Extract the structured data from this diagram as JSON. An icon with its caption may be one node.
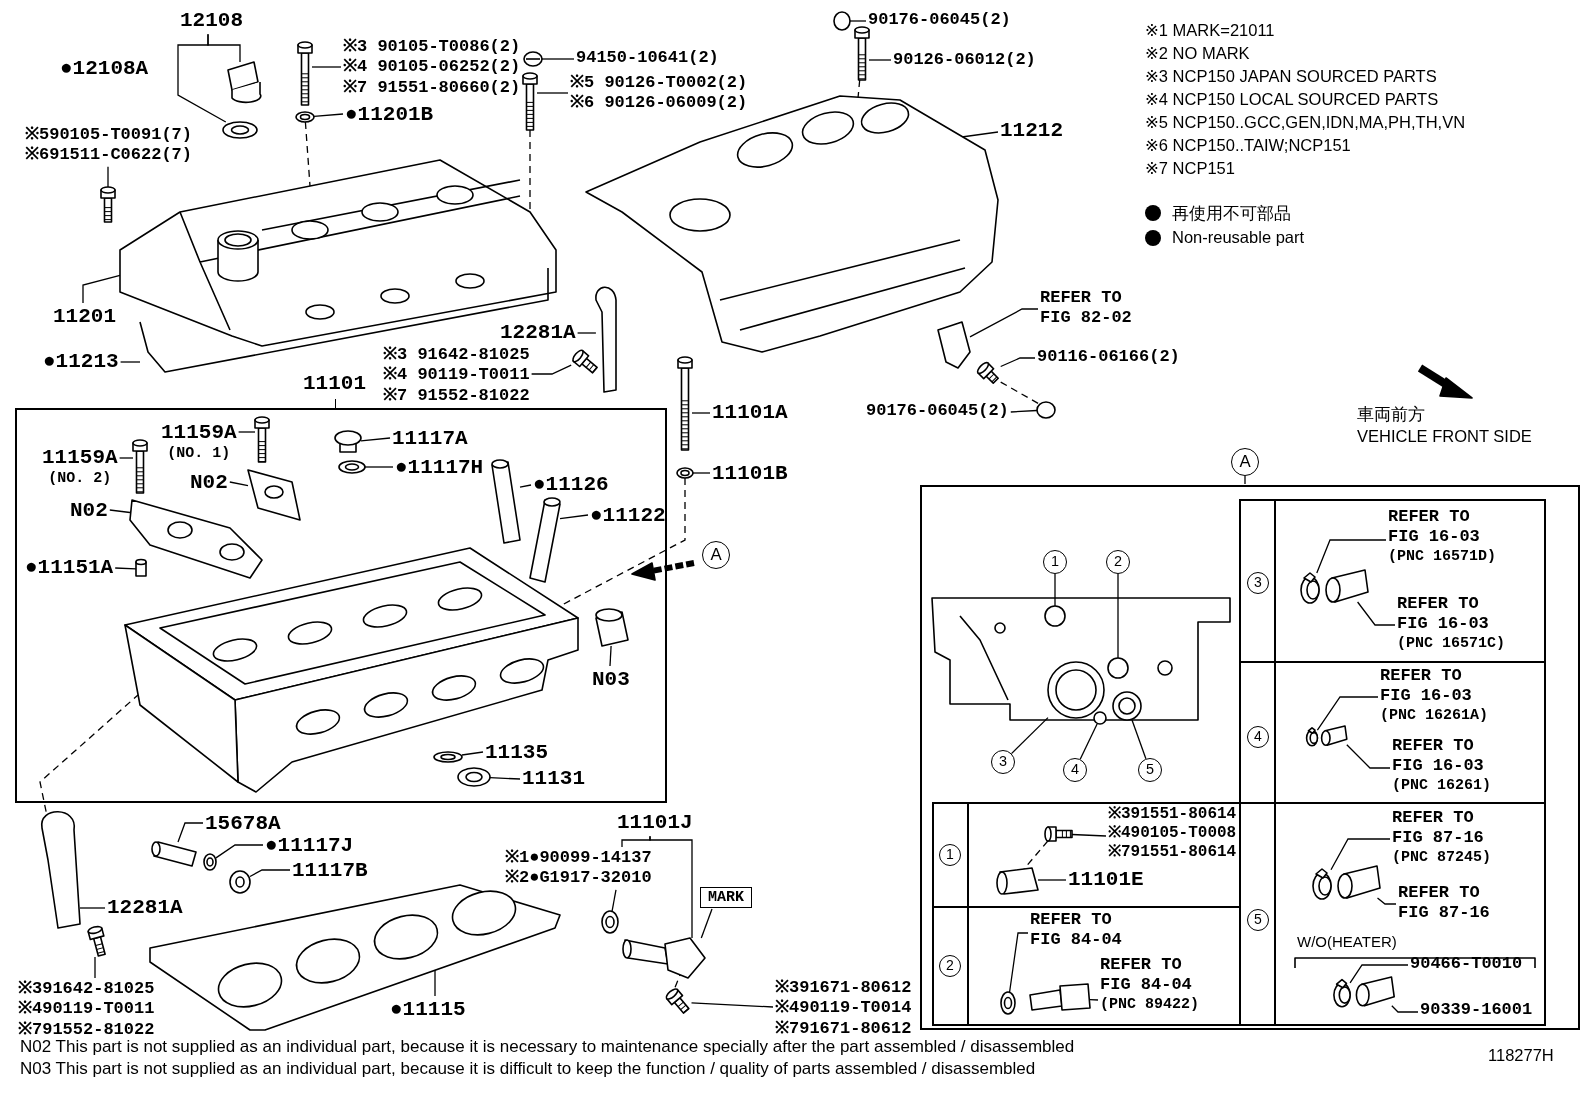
{
  "diagram": {
    "nodes": [
      {
        "text": [
          "12108"
        ]
      },
      {
        "text": [
          "※3 90105-T0086(2)",
          "※4 90105-06252(2)",
          "※7 91551-80660(2)"
        ]
      },
      {
        "text": [
          "●11201B"
        ]
      },
      {
        "text": [
          "94150-10641(2)"
        ]
      },
      {
        "text": [
          "※5 90126-T0002(2)",
          "※6 90126-06009(2)"
        ]
      },
      {
        "text": [
          "※590105-T0091(7)",
          "※691511-C0622(7)"
        ]
      },
      {
        "text": [
          "11201"
        ]
      },
      {
        "text": [
          "●11213"
        ]
      },
      {
        "text": [
          "12281A"
        ]
      },
      {
        "text": [
          "※3 91642-81025",
          "※4 90119-T0011",
          "※7 91552-81022"
        ]
      },
      {
        "text": [
          "11101"
        ]
      },
      {
        "text": [
          "11159A",
          "(NO. 2)"
        ],
        "in": 10
      },
      {
        "text": [
          "11159A",
          "(NO. 1)"
        ],
        "in": 10
      },
      {
        "text": [
          "N02"
        ],
        "in": 10
      },
      {
        "text": [
          "N02"
        ],
        "in": 10
      },
      {
        "text": [
          "11117A"
        ],
        "in": 10
      },
      {
        "text": [
          "●11117H"
        ],
        "in": 10
      },
      {
        "text": [
          "●11126"
        ],
        "in": 10
      },
      {
        "text": [
          "●11122"
        ],
        "in": 10
      },
      {
        "text": [
          "●11151A"
        ],
        "in": 10
      },
      {
        "text": [
          "N03"
        ],
        "in": 10
      },
      {
        "text": [
          "11135"
        ],
        "in": 10
      },
      {
        "text": [
          "11131"
        ],
        "in": 10
      },
      {
        "text": [
          "11101A"
        ]
      },
      {
        "text": [
          "11101B"
        ]
      },
      {
        "text": [
          "A"
        ]
      },
      {
        "text": [
          "12281A"
        ]
      },
      {
        "text": [
          "※391642-81025",
          "※490119-T0011",
          "※791552-81022"
        ]
      },
      {
        "text": [
          "15678A"
        ]
      },
      {
        "text": [
          "●11117J"
        ]
      },
      {
        "text": [
          "11117B"
        ]
      },
      {
        "text": [
          "●11115"
        ]
      },
      {
        "text": [
          "11101J"
        ]
      },
      {
        "text": [
          "※1●90099-14137",
          "※2●G1917-32010"
        ]
      },
      {
        "text": [
          "MARK"
        ]
      },
      {
        "text": [
          "※391671-80612",
          "※490119-T0014",
          "※791671-80612"
        ]
      },
      {
        "text": [
          "90176-06045(2)"
        ]
      },
      {
        "text": [
          "90126-06012(2)"
        ]
      },
      {
        "text": [
          "11212"
        ]
      },
      {
        "text": [
          "REFER TO FIG 82-02"
        ]
      },
      {
        "text": [
          "90116-06166(2)"
        ]
      },
      {
        "text": [
          "90176-06045(2)"
        ]
      },
      {
        "text": [
          "A"
        ]
      },
      {
        "text": [],
        "shape": "box"
      },
      {
        "text": [
          "1"
        ],
        "in": 43
      },
      {
        "text": [
          "2"
        ],
        "in": 43
      },
      {
        "text": [
          "3"
        ],
        "in": 43
      },
      {
        "text": [
          "4"
        ],
        "in": 43
      },
      {
        "text": [
          "5"
        ],
        "in": 43
      },
      {
        "text": [
          "REFER TO FIG 16-03",
          "(PNC 16571D)"
        ],
        "in": 43
      },
      {
        "text": [
          "REFER TO FIG 16-03",
          "(PNC 16571C)"
        ],
        "in": 43
      },
      {
        "text": [
          "REFER TO FIG 16-03",
          "(PNC 16261A)"
        ],
        "in": 43
      },
      {
        "text": [
          "REFER TO FIG 16-03",
          "(PNC 16261)"
        ],
        "in": 43
      },
      {
        "text": [
          "REFER TO FIG 87-16",
          "(PNC 87245)"
        ],
        "in": 43
      },
      {
        "text": [
          "REFER TO FIG 87-16"
        ],
        "in": 43
      },
      {
        "text": [
          "90466-T0010"
        ],
        "in": 43
      },
      {
        "text": [
          "90339-16001"
        ],
        "in": 43
      },
      {
        "text": [
          "※391551-80614",
          "※490105-T0008",
          "※791551-80614"
        ],
        "in": 43
      },
      {
        "text": [
          "11101E"
        ],
        "in": 43
      },
      {
        "text": [
          "REFER TO FIG 84-04"
        ],
        "in": 43
      },
      {
        "text": [
          "REFER TO FIG 84-04",
          "(PNC 89422)"
        ],
        "in": 43
      },
      {
        "text": [],
        "shape": "picture"
      },
      {
        "text": [],
        "shape": "picture"
      },
      {
        "text": [],
        "shape": "picture"
      },
      {
        "text": [],
        "shape": "picture"
      },
      {
        "text": [],
        "shape": "picture"
      },
      {
        "text": [],
        "shape": "picture"
      },
      {
        "text": [],
        "shape": "picture"
      },
      {
        "text": [],
        "shape": "picture"
      },
      {
        "text": [],
        "shape": "picture"
      },
      {
        "text": [],
        "shape": "picture"
      },
      {
        "text": [],
        "shape": "picture"
      },
      {
        "text": [],
        "shape": "picture",
        "in": 10
      },
      {
        "text": [],
        "shape": "picture",
        "in": 10
      },
      {
        "text": [],
        "shape": "picture",
        "in": 10
      },
      {
        "text": [],
        "shape": "picture",
        "in": 10
      },
      {
        "text": [],
        "shape": "box",
        "in": 10
      },
      {
        "text": [],
        "shape": "picture",
        "in": 10
      },
      {
        "text": [],
        "shape": "picture",
        "in": 10
      },
      {
        "text": [],
        "shape": "picture",
        "in": 10
      },
      {
        "text": [],
        "shape": "box",
        "in": 10
      },
      {
        "text": [],
        "shape": "picture",
        "in": 10
      },
      {
        "text": [],
        "shape": "picture",
        "in": 10
      },
      {
        "text": [],
        "shape": "picture",
        "in": 10
      },
      {
        "text": [],
        "shape": "picture",
        "in": 10
      },
      {
        "text": [],
        "shape": "picture"
      },
      {
        "text": [],
        "shape": "picture"
      },
      {
        "text": [],
        "shape": "picture"
      },
      {
        "text": [],
        "shape": "picture"
      },
      {
        "text": [],
        "shape": "picture"
      },
      {
        "text": [],
        "shape": "picture"
      },
      {
        "text": [],
        "shape": "picture"
      },
      {
        "text": [],
        "shape": "picture"
      },
      {
        "text": [],
        "shape": "picture"
      },
      {
        "text": [],
        "shape": "picture"
      },
      {
        "text": [],
        "shape": "picture"
      },
      {
        "text": [],
        "shape": "picture"
      },
      {
        "text": [],
        "shape": "picture"
      },
      {
        "text": [],
        "shape": "picture"
      },
      {
        "text": [],
        "shape": "picture"
      },
      {
        "text": [],
        "shape": "picture"
      },
      {
        "text": [],
        "shape": "circle"
      },
      {
        "text": [],
        "shape": "circle",
        "in": 43
      },
      {
        "text": [],
        "shape": "circle",
        "in": 43
      },
      {
        "text": [],
        "shape": "circle",
        "in": 43
      },
      {
        "text": [],
        "shape": "circle",
        "in": 43
      },
      {
        "text": [],
        "shape": "circle",
        "in": 43
      },
      {
        "text": [],
        "shape": "picture",
        "in": 43
      },
      {
        "text": [],
        "shape": "box",
        "in": 43
      },
      {
        "text": [],
        "shape": "picture",
        "in": 43
      },
      {
        "text": [],
        "shape": "box",
        "in": 43
      },
      {
        "text": [],
        "shape": "picture",
        "in": 43
      },
      {
        "text": [],
        "shape": "box",
        "in": 43
      },
      {
        "text": [],
        "shape": "picture",
        "in": 43
      },
      {
        "text": [],
        "shape": "box",
        "in": 43
      },
      {
        "text": [],
        "shape": "picture",
        "in": 43
      },
      {
        "text": [],
        "shape": "picture",
        "in": 43
      },
      {
        "text": [],
        "shape": "picture",
        "in": 43
      },
      {
        "text": [],
        "shape": "box",
        "in": 43
      }
    ],
    "edges": [
      {
        "from": 0,
        "to": 61,
        "arrow": "none"
      },
      {
        "from": 0,
        "to": 62,
        "arrow": "none"
      },
      {
        "from": 1,
        "to": 63,
        "arrow": "none"
      },
      {
        "from": 2,
        "to": 64,
        "arrow": "none"
      },
      {
        "from": 3,
        "to": 65,
        "arrow": "none"
      },
      {
        "from": 4,
        "to": 66,
        "arrow": "none"
      },
      {
        "from": 5,
        "to": 67,
        "arrow": "none"
      },
      {
        "from": 6,
        "to": 68,
        "arrow": "none"
      },
      {
        "from": 7,
        "to": 69,
        "arrow": "none"
      },
      {
        "from": 8,
        "to": 70,
        "arrow": "none"
      },
      {
        "from": 9,
        "to": 71,
        "arrow": "none"
      },
      {
        "from": 11,
        "to": 72,
        "arrow": "none"
      },
      {
        "from": 12,
        "to": 73,
        "arrow": "none"
      },
      {
        "from": 13,
        "to": 74,
        "arrow": "none"
      },
      {
        "from": 14,
        "to": 75,
        "arrow": "none"
      },
      {
        "from": 15,
        "to": 76,
        "arrow": "none"
      },
      {
        "from": 16,
        "to": 77,
        "arrow": "none"
      },
      {
        "from": 17,
        "to": 78,
        "arrow": "none"
      },
      {
        "from": 18,
        "to": 79,
        "arrow": "none"
      },
      {
        "from": 19,
        "to": 80,
        "arrow": "none"
      },
      {
        "from": 20,
        "to": 81,
        "arrow": "none"
      },
      {
        "from": 21,
        "to": 82,
        "arrow": "none"
      },
      {
        "from": 22,
        "to": 83,
        "arrow": "none"
      },
      {
        "from": 23,
        "to": 85,
        "arrow": "none"
      },
      {
        "from": 24,
        "to": 86,
        "arrow": "none"
      },
      {
        "from": 26,
        "to": 87,
        "arrow": "none"
      },
      {
        "from": 27,
        "to": 88,
        "arrow": "none"
      },
      {
        "from": 28,
        "to": 89,
        "arrow": "none"
      },
      {
        "from": 29,
        "to": 90,
        "arrow": "none"
      },
      {
        "from": 30,
        "to": 91,
        "arrow": "none"
      },
      {
        "from": 31,
        "to": 92,
        "arrow": "none"
      },
      {
        "from": 32,
        "to": 33,
        "arrow": "none"
      },
      {
        "from": 32,
        "to": 93,
        "arrow": "none"
      },
      {
        "from": 33,
        "to": 94,
        "arrow": "none"
      },
      {
        "from": 34,
        "to": 93,
        "arrow": "none"
      },
      {
        "from": 35,
        "to": 95,
        "arrow": "none"
      },
      {
        "from": 36,
        "to": 96,
        "arrow": "none"
      },
      {
        "from": 37,
        "to": 97,
        "arrow": "none"
      },
      {
        "from": 38,
        "to": 98,
        "arrow": "none"
      },
      {
        "from": 39,
        "to": 99,
        "arrow": "none"
      },
      {
        "from": 40,
        "to": 100,
        "arrow": "none"
      },
      {
        "from": 41,
        "to": 101,
        "arrow": "none"
      },
      {
        "from": 42,
        "to": 43,
        "arrow": "none"
      },
      {
        "from": 44,
        "to": 102,
        "arrow": "none"
      },
      {
        "from": 45,
        "to": 103,
        "arrow": "none"
      },
      {
        "from": 46,
        "to": 104,
        "arrow": "none"
      },
      {
        "from": 47,
        "to": 105,
        "arrow": "none"
      },
      {
        "from": 48,
        "to": 106,
        "arrow": "none"
      },
      {
        "from": 49,
        "to": 107,
        "arrow": "none"
      },
      {
        "from": 50,
        "to": 108,
        "arrow": "none"
      },
      {
        "from": 51,
        "to": 109,
        "arrow": "none"
      },
      {
        "from": 52,
        "to": 110,
        "arrow": "none"
      },
      {
        "from": 53,
        "to": 111,
        "arrow": "none"
      },
      {
        "from": 54,
        "to": 112,
        "arrow": "none"
      },
      {
        "from": 55,
        "to": 113,
        "arrow": "none"
      },
      {
        "from": 56,
        "to": 114,
        "arrow": "none"
      },
      {
        "from": 57,
        "to": 115,
        "arrow": "none"
      },
      {
        "from": 58,
        "to": 116,
        "arrow": "none"
      },
      {
        "from": 59,
        "to": 117,
        "arrow": "none"
      },
      {
        "from": 60,
        "to": 118,
        "arrow": "none"
      },
      {
        "from": 64,
        "to": 68,
        "arrow": "none",
        "style": "dashed"
      },
      {
        "from": 66,
        "to": 68,
        "arrow": "none",
        "style": "dashed"
      },
      {
        "from": 97,
        "to": 98,
        "arrow": "none",
        "style": "dashed"
      },
      {
        "from": 86,
        "to": 84,
        "arrow": "none",
        "style": "dashed"
      },
      {
        "from": 87,
        "to": 84,
        "arrow": "none",
        "style": "dashed"
      },
      {
        "from": 95,
        "to": 93,
        "arrow": "none",
        "style": "dashed"
      },
      {
        "from": 115,
        "to": 116,
        "arrow": "none",
        "style": "dashed"
      },
      {
        "from": 100,
        "to": 101,
        "arrow": "none",
        "style": "dashed"
      }
    ],
    "labels": [
      "●12108A",
      "※1 MARK=21011",
      "※2 NO MARK",
      "※3 NCP150 JAPAN SOURCED PARTS",
      "※4 NCP150 LOCAL SOURCED PARTS",
      "※5 NCP150..GCC,GEN,IDN,MA,PH,TH,VN",
      "※6 NCP150..TAIW;NCP151",
      "※7 NCP151",
      "車両前方",
      "VEHICLE FRONT SIDE",
      "3",
      "4",
      "1",
      "5",
      "2",
      "W/O(HEATER)",
      "N02 This part is not supplied as an individual part, because it is necessary to maintenance specially after the part assembled / disassembled",
      "N03 This part is not supplied as an individual part, because it is difficult to keep the function / quality of parts assembled / disassembled",
      "118277H"
    ],
    "legend": [
      {
        "text": "再使用不可部品",
        "color": "#000000"
      },
      {
        "text": "Non-reusable part",
        "color": "#000000"
      }
    ]
  }
}
